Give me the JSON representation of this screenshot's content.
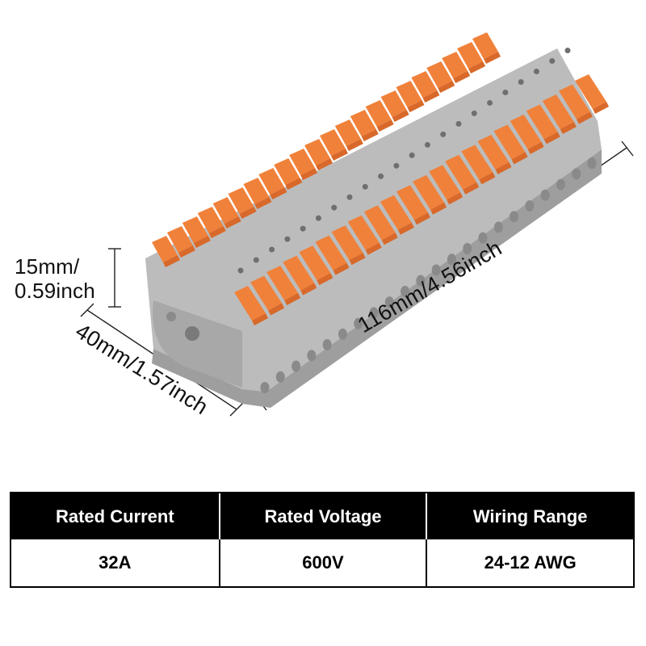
{
  "product_image": {
    "icon": "terminal-block-connector-illustration",
    "colors": {
      "housing": "#bcbcbc",
      "housing_dark": "#9e9e9e",
      "lever": "#f0813a",
      "lever_dark": "#d8692a",
      "hole": "#8a8a8a"
    },
    "lever_count": 22
  },
  "dimensions": {
    "height_line1": "15mm/",
    "height_line2": "0.59inch",
    "width": "116mm/4.56inch",
    "depth": "40mm/1.57inch"
  },
  "spec_table": {
    "headers": [
      "Rated Current",
      "Rated Voltage",
      "Wiring Range"
    ],
    "values": [
      "32A",
      "600V",
      "24-12 AWG"
    ]
  }
}
